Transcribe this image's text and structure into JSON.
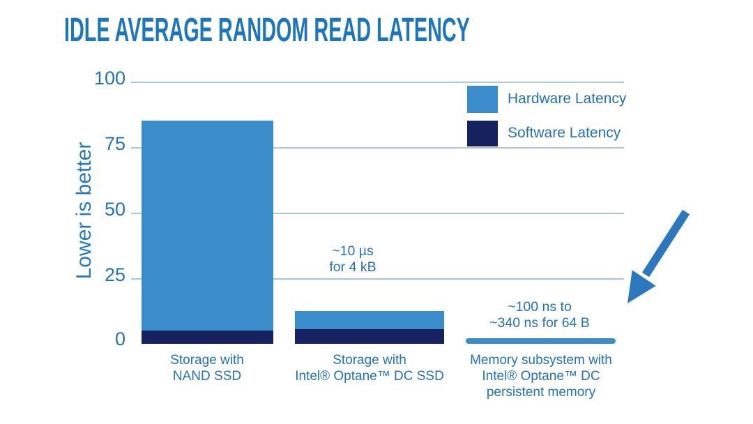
{
  "title": "IDLE AVERAGE RANDOM READ LATENCY",
  "colors": {
    "title_blue": "#1b76bd",
    "text_blue": "#2372b8",
    "hardware_blue": "#3a8cca",
    "software_navy": "#16215f",
    "gridline": "#a9c7e3",
    "arrow": "#2c78be"
  },
  "legend": {
    "items": [
      {
        "label": "Hardware Latency",
        "color": "#3a8cca"
      },
      {
        "label": "Software Latency",
        "color": "#16215f"
      }
    ]
  },
  "icons": {
    "arrow": "down-left-arrow"
  },
  "chart_data": {
    "type": "bar",
    "stacked": true,
    "title": "IDLE AVERAGE RANDOM READ LATENCY",
    "xlabel": "",
    "ylabel": "Lower is better",
    "ylim": [
      0,
      100
    ],
    "yticks": [
      0,
      25,
      50,
      75,
      100
    ],
    "grid": true,
    "legend_position": "top-right",
    "categories": [
      "Storage with NAND SSD",
      "Storage with Intel® Optane™ DC SSD",
      "Memory subsystem with Intel® Optane™ DC persistent memory"
    ],
    "categories_lines": [
      [
        "Storage with",
        "NAND SSD"
      ],
      [
        "Storage with",
        "Intel® Optane™ DC SSD"
      ],
      [
        "Memory subsystem with",
        "Intel® Optane™ DC",
        "persistent memory"
      ]
    ],
    "series": [
      {
        "name": "Hardware Latency",
        "color": "#3a8cca",
        "values": [
          80,
          7,
          2
        ]
      },
      {
        "name": "Software Latency",
        "color": "#16215f",
        "values": [
          5,
          5.5,
          0
        ]
      }
    ],
    "annotations": [
      {
        "category_index": 1,
        "lines": [
          "~10 µs",
          "for 4 kB"
        ]
      },
      {
        "category_index": 2,
        "lines": [
          "~100 ns to",
          "~340 ns for 64 B"
        ]
      }
    ]
  }
}
